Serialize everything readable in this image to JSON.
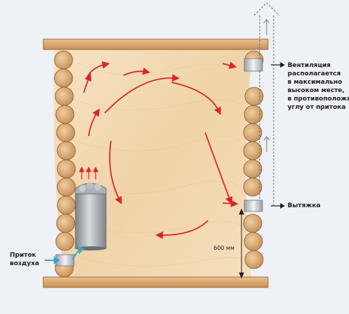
{
  "labels": {
    "vent_note": [
      "Вентиляция",
      "располагается",
      "в максимально",
      "высоком месте,",
      "в противоположном",
      "углу от притока"
    ],
    "exhaust": "Вытяжка",
    "intake": [
      "Приток",
      "воздуха"
    ],
    "height": "600 мм"
  },
  "colors": {
    "background": "#eef1f6",
    "wood_light": "#f3dcb7",
    "wood_dark": "#d9a979",
    "log_fill": "#e2b884",
    "log_outline": "#8b5a2b",
    "airflow_arrow": "#d9262a",
    "exhaust_arrow": "#8c8c8c",
    "intake_arrow": "#3aa7c9",
    "heater": "#9ea3a8"
  },
  "icons": {
    "heater": "sauna-heater-icon",
    "vent": "vent-grille-icon"
  }
}
